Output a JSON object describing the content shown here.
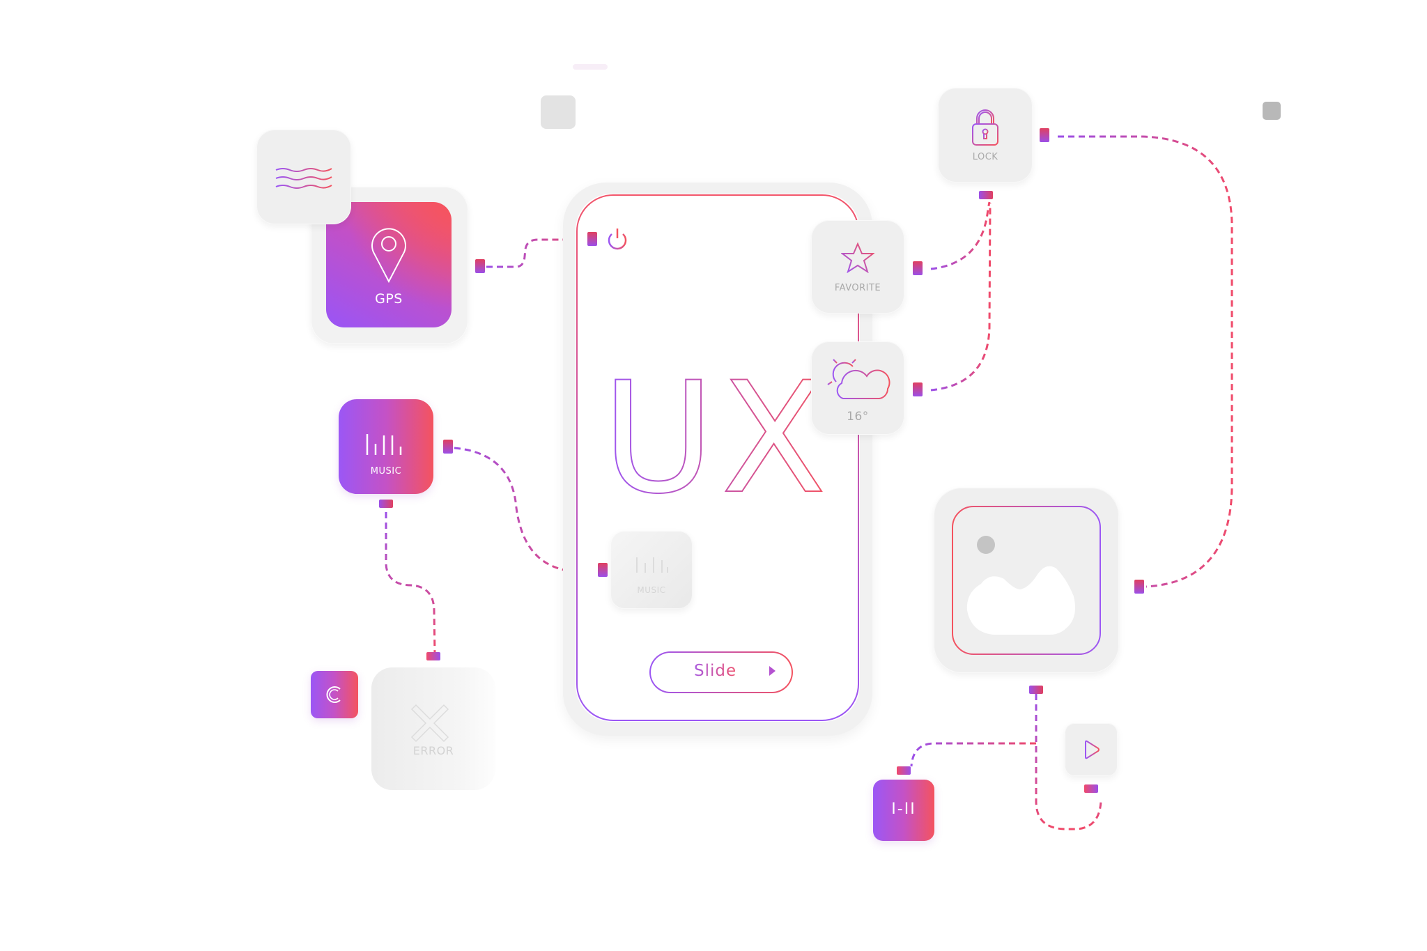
{
  "colors": {
    "accent_purple": "#9b57f5",
    "accent_pink": "#c452c6",
    "accent_red": "#f4535f",
    "card_grey": "#efefef",
    "label_grey": "#a9a9a9"
  },
  "phone": {
    "title": "UX",
    "slide_button": {
      "label": "Slide",
      "arrow": "play-right-icon"
    },
    "power_icon": "power-icon",
    "inner_music_tile": {
      "label": "MUSIC",
      "icon": "equalizer-bars-icon"
    }
  },
  "tiles": {
    "waves": {
      "icon": "waves-icon"
    },
    "gps": {
      "label": "GPS",
      "icon": "map-pin-icon"
    },
    "music": {
      "label": "MUSIC",
      "icon": "equalizer-bars-icon"
    },
    "error": {
      "label": "ERROR",
      "icon": "x-cross-icon"
    },
    "c_tile": {
      "glyph": "C",
      "icon": "c-circle-icon"
    },
    "favorite": {
      "label": "FAVORITE",
      "icon": "star-icon"
    },
    "weather": {
      "label": "16°",
      "icon": "sun-cloud-icon"
    },
    "lock": {
      "label": "LOCK",
      "icon": "padlock-icon"
    },
    "image": {
      "icon": "image-landscape-icon"
    },
    "play": {
      "icon": "play-icon"
    },
    "pause_tile": {
      "label": "I-II",
      "icon": "play-pause-icon"
    }
  }
}
